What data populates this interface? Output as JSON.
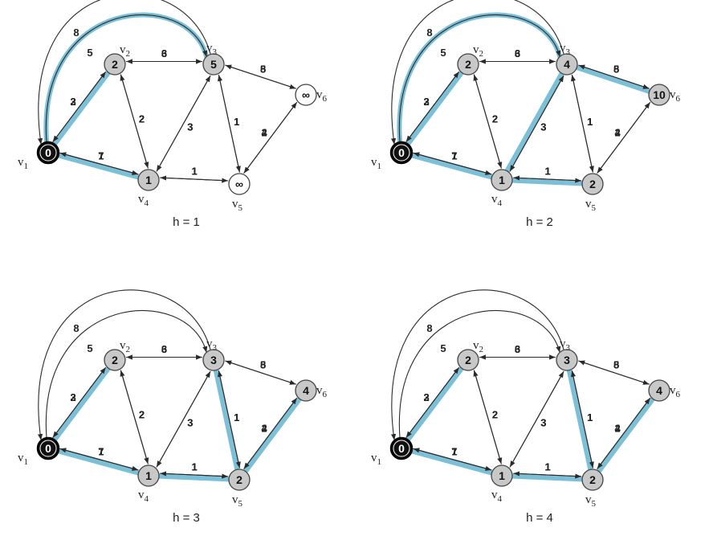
{
  "graph": {
    "vertices": [
      {
        "id": "v1",
        "label": "v",
        "sub": "1"
      },
      {
        "id": "v2",
        "label": "v",
        "sub": "2"
      },
      {
        "id": "v3",
        "label": "v",
        "sub": "3"
      },
      {
        "id": "v4",
        "label": "v",
        "sub": "4"
      },
      {
        "id": "v5",
        "label": "v",
        "sub": "5"
      },
      {
        "id": "v6",
        "label": "v",
        "sub": "6"
      }
    ],
    "edges": [
      {
        "from": "v1",
        "to": "v2",
        "w": "2"
      },
      {
        "from": "v2",
        "to": "v1",
        "w": "3"
      },
      {
        "from": "v1",
        "to": "v4",
        "w": "1"
      },
      {
        "from": "v4",
        "to": "v1",
        "w": "7"
      },
      {
        "from": "v2",
        "to": "v3",
        "w": "3"
      },
      {
        "from": "v3",
        "to": "v2",
        "w": "6"
      },
      {
        "from": "v2",
        "to": "v4",
        "w": "2"
      },
      {
        "from": "v4",
        "to": "v2",
        "w": "2"
      },
      {
        "from": "v4",
        "to": "v3",
        "w": "3"
      },
      {
        "from": "v3",
        "to": "v4",
        "w": "3"
      },
      {
        "from": "v3",
        "to": "v5",
        "w": "1"
      },
      {
        "from": "v5",
        "to": "v3",
        "w": "1"
      },
      {
        "from": "v3",
        "to": "v6",
        "w": "5"
      },
      {
        "from": "v6",
        "to": "v3",
        "w": "8"
      },
      {
        "from": "v4",
        "to": "v5",
        "w": "1"
      },
      {
        "from": "v5",
        "to": "v4",
        "w": "1"
      },
      {
        "from": "v5",
        "to": "v6",
        "w": "2"
      },
      {
        "from": "v6",
        "to": "v5",
        "w": "4"
      },
      {
        "from": "v1",
        "to": "v3",
        "w": "5",
        "curved": true
      },
      {
        "from": "v3",
        "to": "v1",
        "w": "8",
        "curved": true
      }
    ],
    "colors": {
      "tree_edge": "#7cc0d8",
      "source_node": "#111111",
      "visited_node": "#c8c8c8",
      "unvisited_node": "#ffffff"
    }
  },
  "panels": [
    {
      "caption": "h = 1",
      "distances": {
        "v1": "0",
        "v2": "2",
        "v3": "5",
        "v4": "1",
        "v5": "∞",
        "v6": "∞"
      },
      "tree_edges": [
        [
          "v1",
          "v2"
        ],
        [
          "v1",
          "v4"
        ],
        [
          "v1",
          "v3"
        ]
      ]
    },
    {
      "caption": "h = 2",
      "distances": {
        "v1": "0",
        "v2": "2",
        "v3": "4",
        "v4": "1",
        "v5": "2",
        "v6": "10"
      },
      "tree_edges": [
        [
          "v1",
          "v2"
        ],
        [
          "v1",
          "v4"
        ],
        [
          "v4",
          "v3"
        ],
        [
          "v4",
          "v5"
        ],
        [
          "v3",
          "v6"
        ],
        [
          "v1",
          "v3"
        ]
      ]
    },
    {
      "caption": "h = 3",
      "distances": {
        "v1": "0",
        "v2": "2",
        "v3": "3",
        "v4": "1",
        "v5": "2",
        "v6": "4"
      },
      "tree_edges": [
        [
          "v1",
          "v2"
        ],
        [
          "v1",
          "v4"
        ],
        [
          "v4",
          "v5"
        ],
        [
          "v5",
          "v3"
        ],
        [
          "v5",
          "v6"
        ]
      ]
    },
    {
      "caption": "h = 4",
      "distances": {
        "v1": "0",
        "v2": "2",
        "v3": "3",
        "v4": "1",
        "v5": "2",
        "v6": "4"
      },
      "tree_edges": [
        [
          "v1",
          "v2"
        ],
        [
          "v1",
          "v4"
        ],
        [
          "v4",
          "v5"
        ],
        [
          "v5",
          "v3"
        ],
        [
          "v5",
          "v6"
        ]
      ]
    }
  ]
}
